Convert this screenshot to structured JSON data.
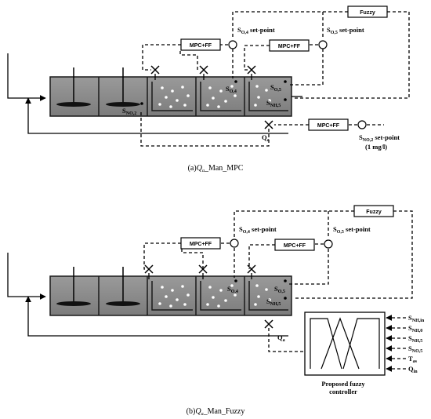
{
  "diagram_a": {
    "caption_letter": "(a)",
    "caption_italic": "Q",
    "caption_italic_sub": "a",
    "caption_rest": "_Man_MPC",
    "fuzzy_label": "Fuzzy",
    "mpc_ff_left": "MPC+FF",
    "mpc_ff_mid": "MPC+FF",
    "mpc_ff_bottom": "MPC+FF",
    "so4_setpoint": {
      "main": "S",
      "sub": "O,4",
      "rest": " set-point"
    },
    "so5_setpoint": {
      "main": "S",
      "sub": "O,5",
      "rest": " set-point"
    },
    "sno2_setpoint": {
      "main": "S",
      "sub": "NO,2",
      "rest": " set-point"
    },
    "sno2_value": "(1 mg/l)",
    "so4_tank": {
      "main": "S",
      "sub": "O,4"
    },
    "so5_tank": {
      "main": "S",
      "sub": "O,5"
    },
    "snh5_tank": {
      "main": "S",
      "sub": "NH,5"
    },
    "sno2_tank": {
      "main": "S",
      "sub": "NO,2"
    },
    "qa": {
      "main": "Q",
      "sub": "a"
    }
  },
  "diagram_b": {
    "caption_letter": "(b)",
    "caption_italic": "Q",
    "caption_italic_sub": "a",
    "caption_rest": "_Man_Fuzzy",
    "fuzzy_label": "Fuzzy",
    "mpc_ff_left": "MPC+FF",
    "mpc_ff_mid": "MPC+FF",
    "so4_setpoint": {
      "main": "S",
      "sub": "O,4",
      "rest": " set-point"
    },
    "so5_setpoint": {
      "main": "S",
      "sub": "O,5",
      "rest": " set-point"
    },
    "so4_tank": {
      "main": "S",
      "sub": "O,4"
    },
    "so5_tank": {
      "main": "S",
      "sub": "O,5"
    },
    "snh5_tank": {
      "main": "S",
      "sub": "NH,5"
    },
    "qa": {
      "main": "Q",
      "sub": "a"
    },
    "controller_title_1": "Proposed fuzzy",
    "controller_title_2": "controller",
    "inputs": [
      {
        "main": "S",
        "sub": "NH,in"
      },
      {
        "main": "S",
        "sub": "NH,0"
      },
      {
        "main": "S",
        "sub": "NH,5"
      },
      {
        "main": "S",
        "sub": "NO,5"
      },
      {
        "main": "T",
        "sub": "as"
      },
      {
        "main": "Q",
        "sub": "in"
      }
    ]
  },
  "colors": {
    "tank_gray": "#8a8a8a",
    "tank_border": "#1a1a1a",
    "bubble": "#ffffff",
    "line": "#000000"
  }
}
